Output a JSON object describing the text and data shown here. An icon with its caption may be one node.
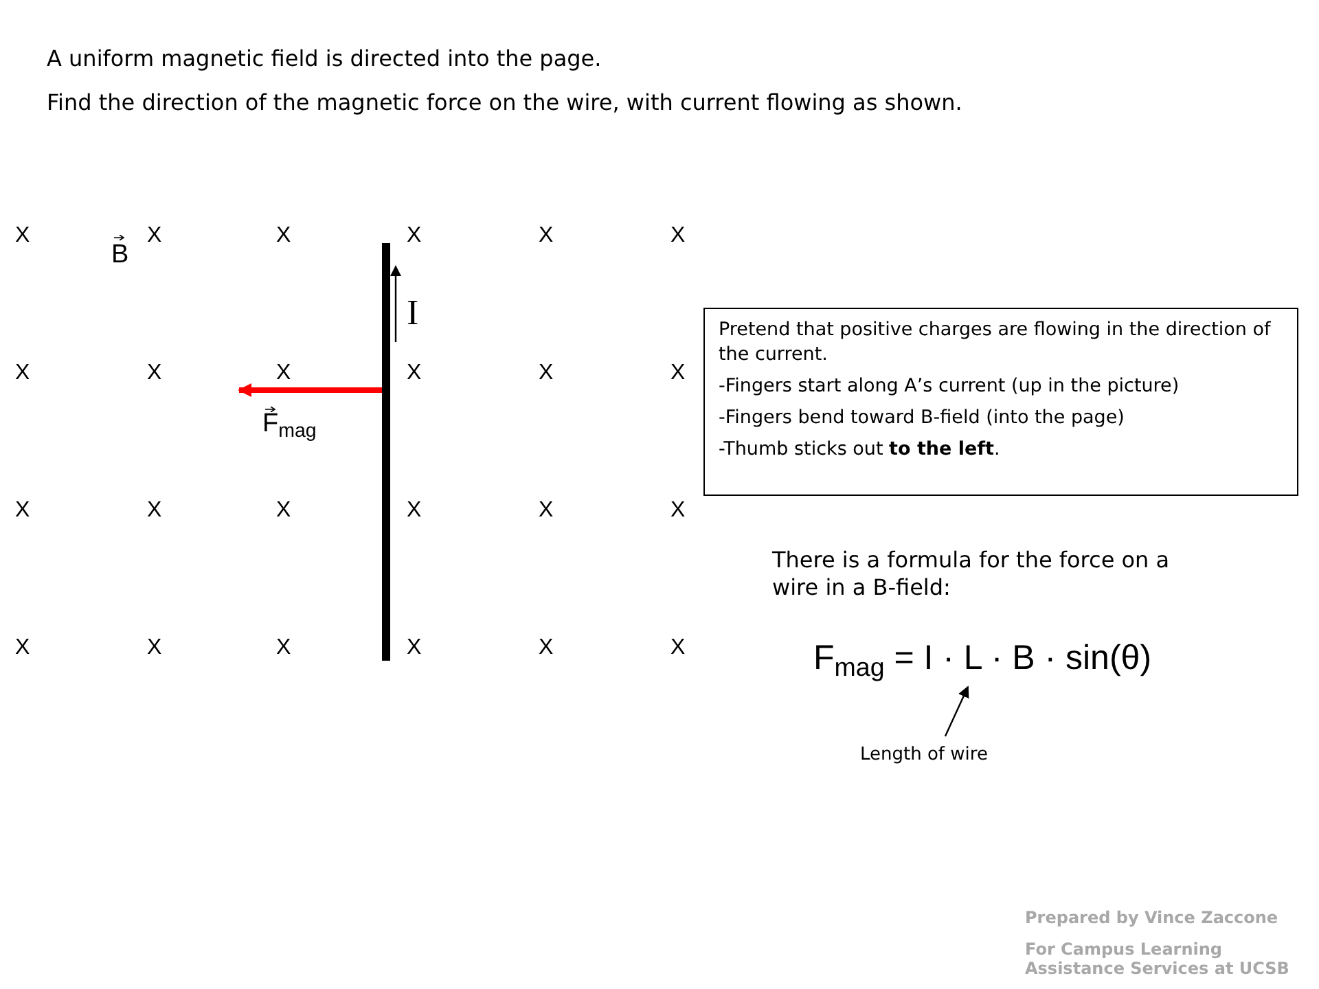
{
  "diagram": {
    "title": "A uniform magnetic field is directed into the page.",
    "nodes": [
      {
        "text": [],
        "shape": "bar"
      },
      {
        "text": [
          "Pretend that positive charges are flowing in the direction of the current.",
          "-Fingers start along A’s current (up in the picture)",
          "-Fingers bend toward B-field (into the page)",
          "-Thumb sticks out **to the left**."
        ]
      },
      {
        "text": [
          "Length of wire"
        ]
      },
      {
        "text": [
          "F$_{mag}$ = I · L · B · sin(θ)"
        ]
      }
    ],
    "edges": [
      {
        "from": 0,
        "to": null,
        "arrow": "to",
        "style": "thick",
        "color": "#ff0000"
      },
      {
        "from": 2,
        "to": 3,
        "arrow": "to",
        "color": "#000000"
      }
    ],
    "labels": [
      "Find the direction of the magnetic force on the wire, with current flowing as shown.",
      "X",
      "X",
      "X",
      "X",
      "X",
      "X",
      "B",
      "I",
      "X",
      "X",
      "X",
      "X",
      "X",
      "X",
      "F$_{mag}$",
      "X",
      "X",
      "X",
      "X",
      "X",
      "X",
      "X",
      "X",
      "X",
      "X",
      "X",
      "X",
      "There is a formula for the force on a wire in a B-field:",
      "Prepared by Vince Zaccone",
      "For Campus Learning Assistance Services at UCSB"
    ]
  }
}
